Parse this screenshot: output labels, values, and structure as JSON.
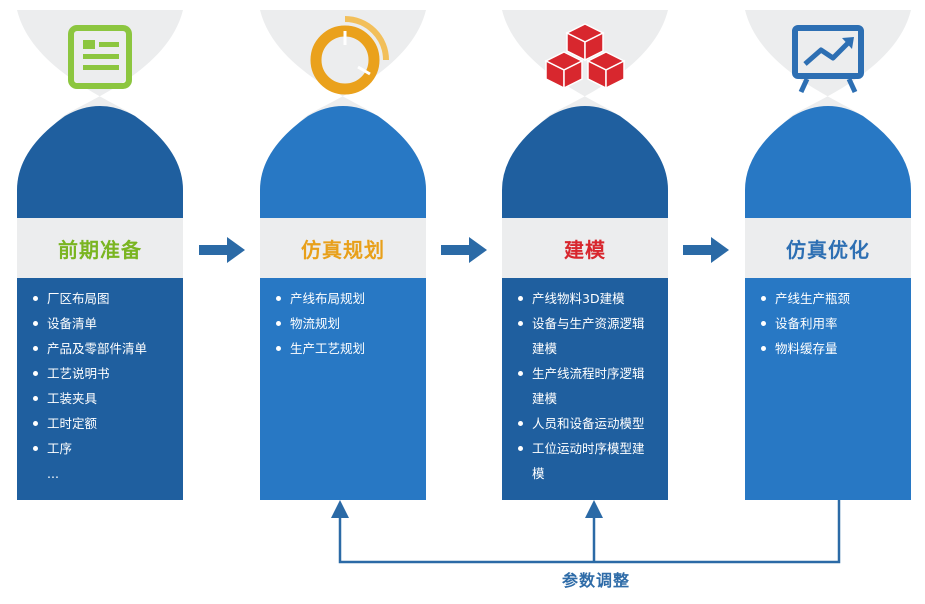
{
  "colors": {
    "dark_blue": "#1f5f9f",
    "mid_blue": "#2878c4",
    "grey_band": "#ecedee",
    "arrow_blue": "#2b6aa6"
  },
  "stages": [
    {
      "title": "前期准备",
      "title_color": "#7ab521",
      "icon": "document-icon",
      "items": [
        "厂区布局图",
        "设备清单",
        "产品及零部件清单",
        "工艺说明书",
        "工装夹具",
        "工时定额",
        "工序",
        "..."
      ]
    },
    {
      "title": "仿真规划",
      "title_color": "#e8a01a",
      "icon": "pie-ring-chart-icon",
      "items": [
        "产线布局规划",
        "物流规划",
        "生产工艺规划"
      ]
    },
    {
      "title": "建模",
      "title_color": "#d8272e",
      "icon": "stacked-cubes-icon",
      "items": [
        "产线物料3D建模",
        "设备与生产资源逻辑",
        "建模",
        "生产线流程时序逻辑",
        "建模",
        "人员和设备运动模型",
        "工位运动时序模型建",
        "模"
      ]
    },
    {
      "title": "仿真优化",
      "title_color": "#2d6fb3",
      "icon": "trend-chart-board-icon",
      "items": [
        "产线生产瓶颈",
        "设备利用率",
        "物料缓存量"
      ]
    }
  ],
  "feedback": {
    "label": "参数调整"
  }
}
